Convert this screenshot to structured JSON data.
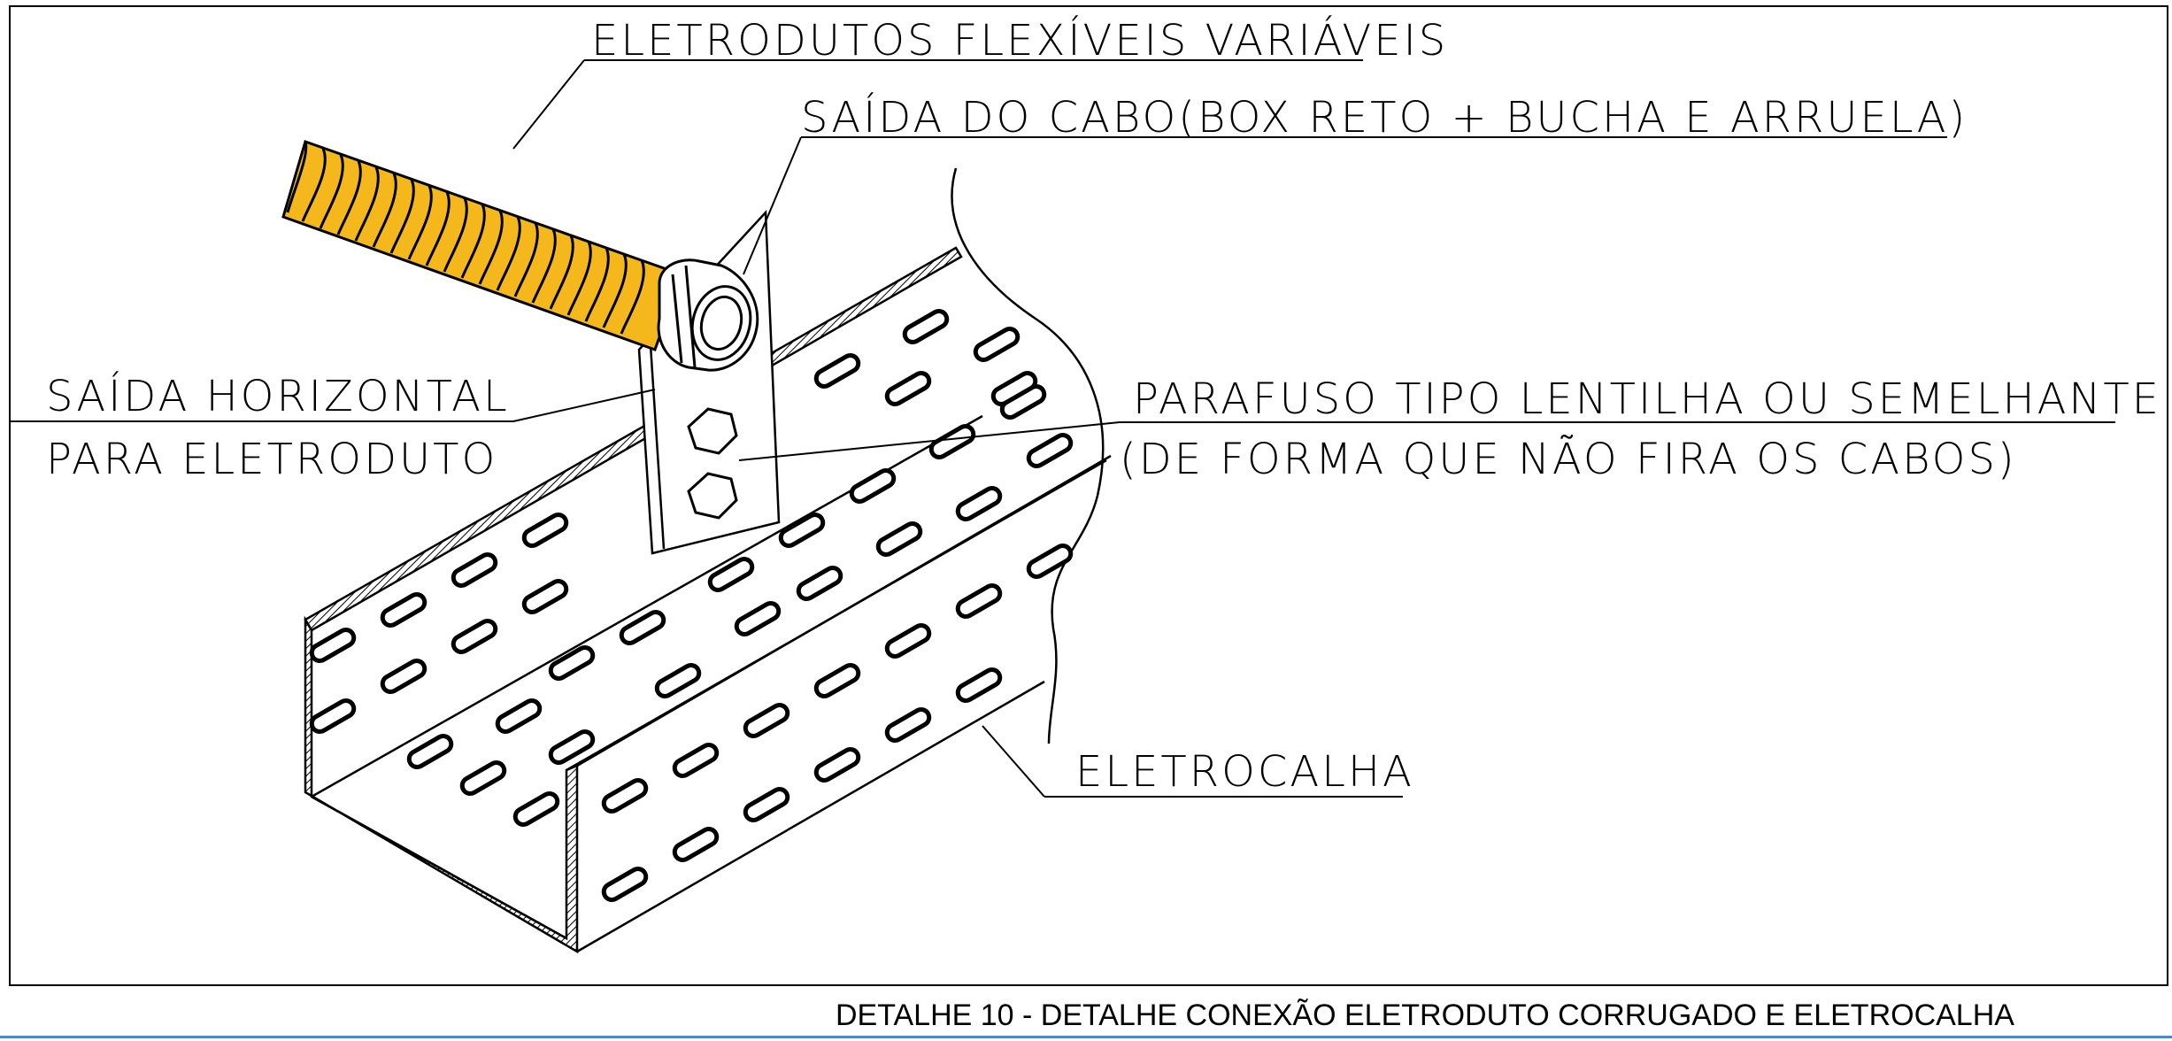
{
  "labels": {
    "flexible_conduits": "ELETRODUTOS FLEXÍVEIS VARIÁVEIS",
    "cable_exit": "SAÍDA DO CABO(BOX RETO + BUCHA E ARRUELA)",
    "horizontal_exit_line1": "SAÍDA HORIZONTAL",
    "horizontal_exit_line2": "PARA ELETRODUTO",
    "screw_line1": "PARAFUSO TIPO LENTILHA OU SEMELHANTE",
    "screw_line2": "(DE FORMA QUE NÃO FIRA OS CABOS)",
    "cable_tray": "ELETROCALHA"
  },
  "caption": "DETALHE 10 - DETALHE CONEXÃO ELETRODUTO CORRUGADO E ELETROCALHA",
  "colors": {
    "conduit": "#f5b81c",
    "line": "#000000",
    "accent_rule": "#3a8fd6"
  }
}
